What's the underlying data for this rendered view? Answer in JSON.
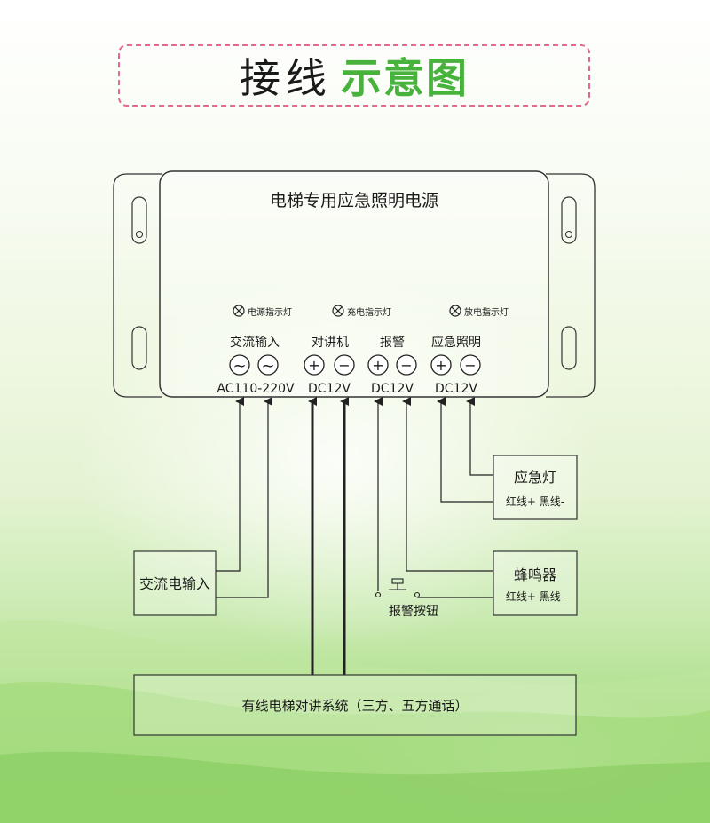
{
  "header": {
    "title_part1": "接线",
    "title_part2": "示意图"
  },
  "device": {
    "name": "电梯专用应急照明电源",
    "indicators": [
      "电源指示灯",
      "充电指示灯",
      "放电指示灯"
    ],
    "groups": [
      {
        "label": "交流输入",
        "voltage": "AC110-220V",
        "terminals": [
          "~",
          "~"
        ]
      },
      {
        "label": "对讲机",
        "voltage": "DC12V",
        "terminals": [
          "+",
          "−"
        ]
      },
      {
        "label": "报警",
        "voltage": "DC12V",
        "terminals": [
          "+",
          "−"
        ]
      },
      {
        "label": "应急照明",
        "voltage": "DC12V",
        "terminals": [
          "+",
          "−"
        ]
      }
    ]
  },
  "boxes": {
    "emergency_light": {
      "title": "应急灯",
      "sub": "红线+ 黑线-"
    },
    "buzzer": {
      "title": "蜂鸣器",
      "sub": "红线+ 黑线-"
    },
    "ac_input": {
      "title": "交流电输入"
    },
    "intercom": {
      "title": "有线电梯对讲系统（三方、五方通话）"
    }
  },
  "alarm_button": {
    "label": "报警按钮"
  },
  "colors": {
    "title_accent": "#47b33c",
    "title_border": "#e06b8b",
    "line": "#222222"
  }
}
